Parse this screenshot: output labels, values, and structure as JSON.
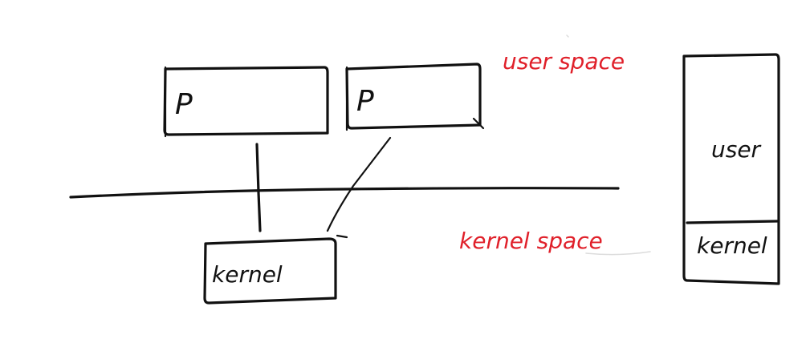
{
  "labels": {
    "process_left": "P",
    "process_right": "P",
    "kernel_box": "kernel",
    "user_space": "user space",
    "kernel_space": "kernel space",
    "column_user": "user",
    "column_kernel": "kernel"
  },
  "colors": {
    "ink": "#111111",
    "annotation": "#e0202a",
    "background": "#ffffff"
  }
}
